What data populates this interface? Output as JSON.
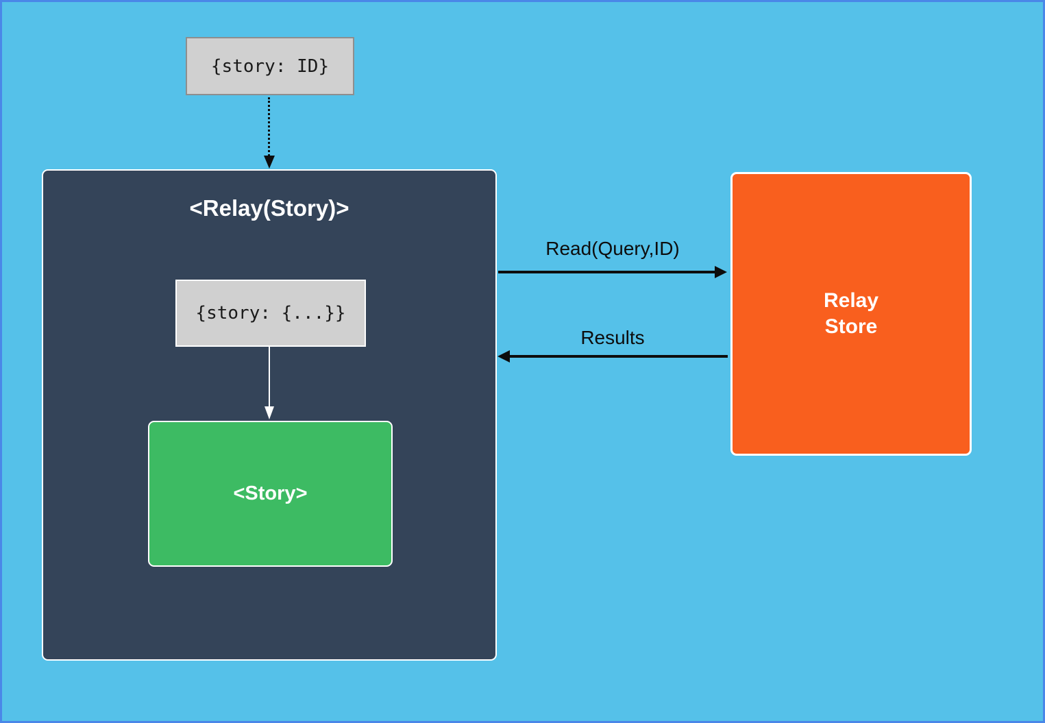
{
  "canvas": {
    "background": "#55C1E9",
    "border_color": "#4A87E8"
  },
  "nodes": {
    "query_input": {
      "label": "{story: ID}",
      "fill": "#D0D0D0"
    },
    "relay_component": {
      "title": "<Relay(Story)>",
      "fill": "#344459"
    },
    "query_data": {
      "label": "{story: {...}}",
      "fill": "#D0D0D0"
    },
    "story_component": {
      "label": "<Story>",
      "fill": "#3DBB63"
    },
    "relay_store": {
      "label_lines": [
        "Relay",
        "Store"
      ],
      "fill": "#F95F1E"
    }
  },
  "edges": {
    "read": {
      "label": "Read(Query,ID)"
    },
    "results": {
      "label": "Results"
    }
  }
}
